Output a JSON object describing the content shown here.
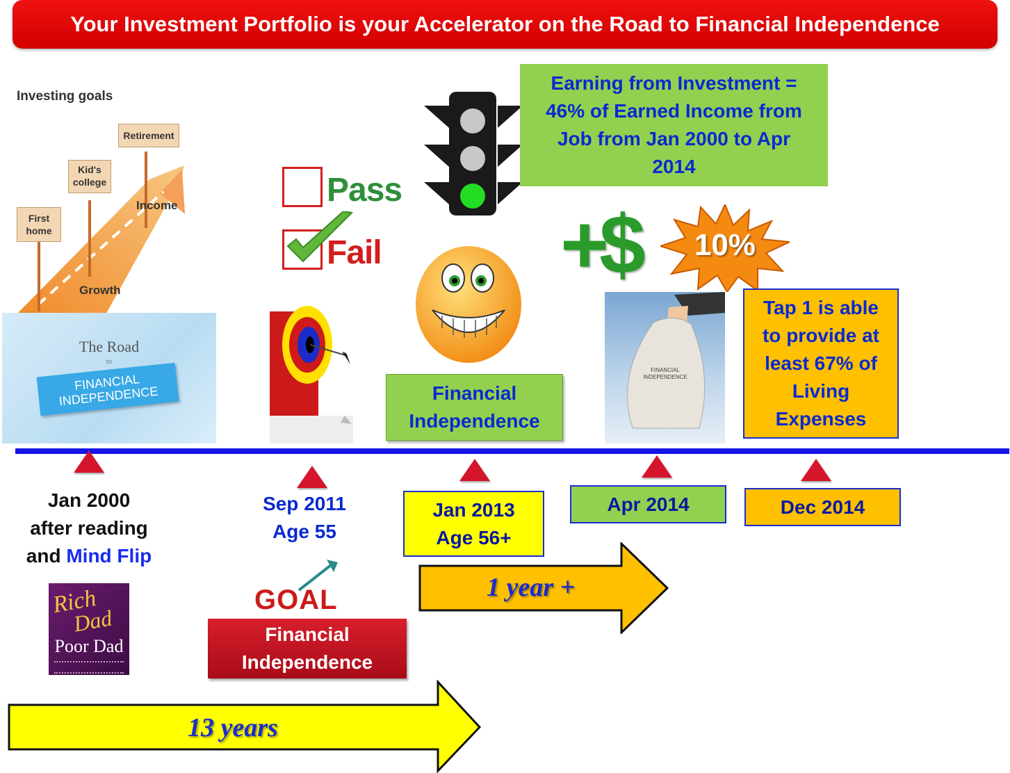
{
  "title": "Your Investment Portfolio  is your Accelerator on the Road to Financial Independence",
  "goals_graphic": {
    "heading": "Investing goals",
    "signs": [
      "Retirement",
      "Kid's college",
      "First home"
    ],
    "road_labels": [
      "Income",
      "Growth"
    ]
  },
  "road_card": {
    "line1": "The Road",
    "line2": "to",
    "line3": "FINANCIAL INDEPENDENCE"
  },
  "pass_fail": {
    "pass": "Pass",
    "fail": "Fail"
  },
  "earning_box": {
    "text": "Earning from Investment = 46% of Earned Income from Job from Jan 2000 to Apr 2014"
  },
  "ten_percent": "10%",
  "plus_dollar": "+$",
  "money_bag_label": "FINANCIAL INDEPENDENCE",
  "fi_green_box": {
    "line1": "Financial",
    "line2": "Independence"
  },
  "tap_box": {
    "text": "Tap 1 is able to provide at least 67% of Living Expenses"
  },
  "milestones": {
    "m1": {
      "line1": "Jan 2000",
      "line2": "after reading",
      "line3_prefix": "and ",
      "line3_link": "Mind Flip"
    },
    "m2": {
      "line1": "Sep 2011",
      "line2": "Age 55"
    },
    "m3": {
      "line1": "Jan 2013",
      "line2": "Age 56+"
    },
    "m4": {
      "line1": "Apr 2014"
    },
    "m5": {
      "line1": "Dec 2014"
    }
  },
  "book": {
    "line1": "Rich",
    "line2": "Dad",
    "line3": "Poor Dad"
  },
  "goal_icon": "GOAL",
  "fi_red_box": {
    "line1": "Financial",
    "line2": "Independence"
  },
  "arrows": {
    "one_year": "1 year +",
    "thirteen_years": "13 years"
  },
  "colors": {
    "banner": "#e00000",
    "timeline": "#1414e6",
    "marker": "#d4152c",
    "green_box": "#92d050",
    "orange_box": "#ffc000",
    "yellow_box": "#ffff00",
    "text_blue": "#0a2ad0"
  }
}
